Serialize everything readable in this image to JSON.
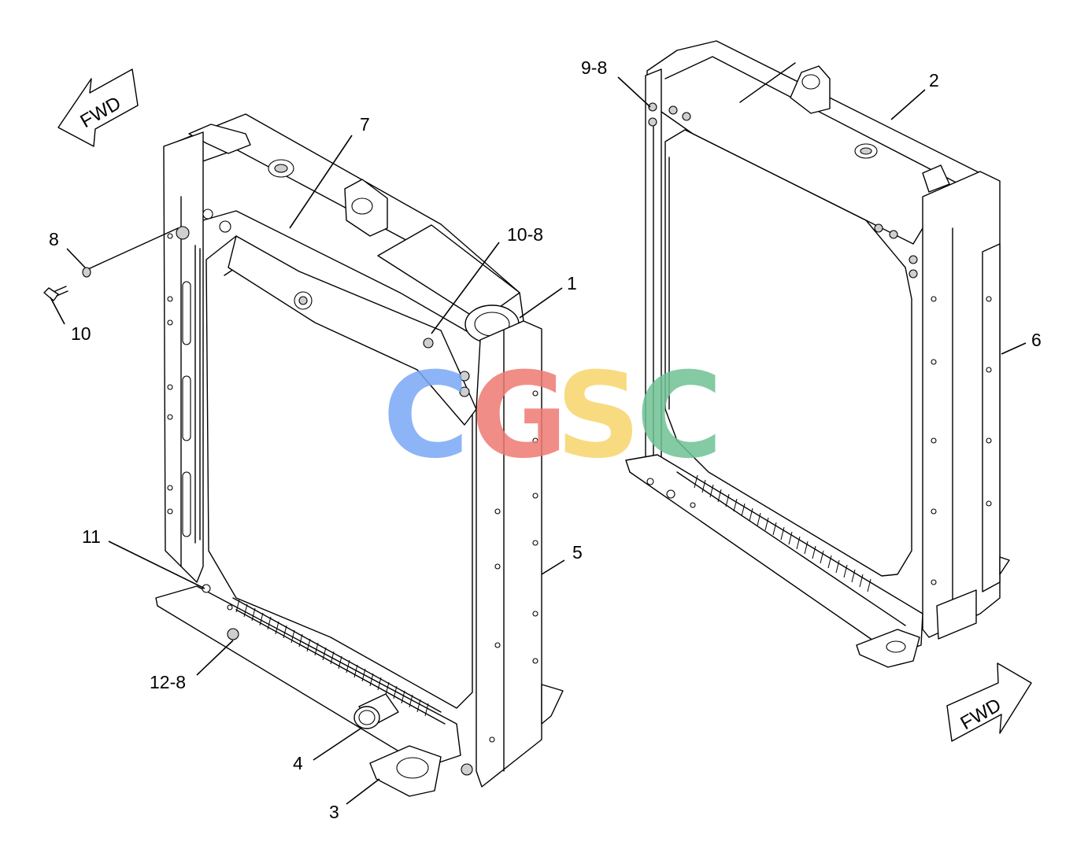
{
  "diagram": {
    "callouts": {
      "c1": "1",
      "c2": "2",
      "c3": "3",
      "c4": "4",
      "c5": "5",
      "c6": "6",
      "c7": "7",
      "c8": "8",
      "c9_8": "9-8",
      "c10": "10",
      "c10_8": "10-8",
      "c11": "11",
      "c12_8": "12-8"
    },
    "direction_labels": {
      "left": "FWD",
      "right": "FWD"
    },
    "watermark": {
      "letters": [
        "C",
        "G",
        "S",
        "C"
      ],
      "colors": [
        "#7aa8f5",
        "#ee7a72",
        "#f7d56a",
        "#6fc293"
      ]
    }
  }
}
